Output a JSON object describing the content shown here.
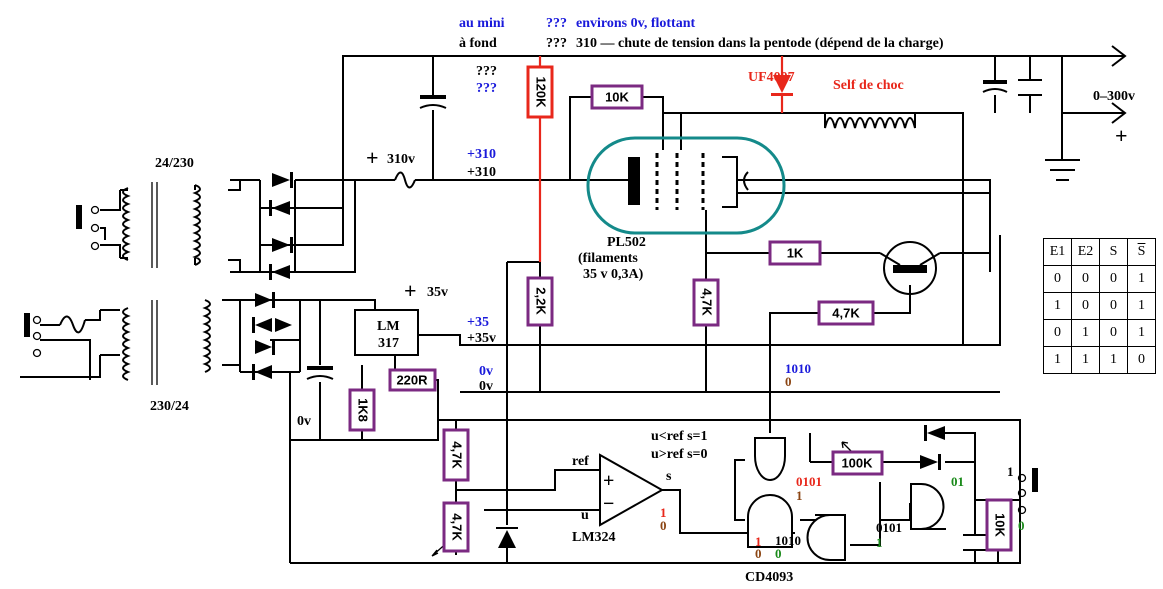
{
  "labels": {
    "trafo_top": "24/230",
    "trafo_bottom": "230/24",
    "v310": "310v",
    "v35": "35v",
    "plus_310_blue": "+310",
    "plus_310": "+310",
    "plus_35_blue": "+35",
    "plus_35": "+35v",
    "zero_blue": "0v",
    "zero": "0v",
    "zero_left": "0v",
    "au_mini": "au mini",
    "a_fond": "à fond",
    "q1": "???",
    "q2": "???",
    "q3": "???",
    "q4": "???",
    "note1": "environs 0v, flottant",
    "note2": "310 — chute de tension dans la pentode (dépend de la charge)",
    "tube_name": "PL502",
    "tube_fil1": "(filaments",
    "tube_fil2": "35 v 0,3A)",
    "uf4007": "UF4007",
    "self": "Self de choc",
    "out": "0–300v",
    "plus_out": "+",
    "lm317_a": "LM",
    "lm317_b": "317",
    "lm324": "LM324",
    "ref": "ref",
    "u": "u",
    "s": "s",
    "cond1": "u<ref  s=1",
    "cond2": "u>ref  s=0",
    "cd4093": "CD4093",
    "plus_sign": "+",
    "plus_sign2": "+",
    "opamp_plus": "+",
    "opamp_minus": "−",
    "sw_1": "1",
    "sw_0": "0"
  },
  "resistors": {
    "r120k": "120K",
    "r10k": "10K",
    "r1k": "1K",
    "r22k": "2,2K",
    "r47k_v": "4,7K",
    "r47k_h": "4,7K",
    "r220": "220R",
    "r1k8": "1K8",
    "r47k_a": "4,7K",
    "r47k_b": "4,7K",
    "r100k": "100K",
    "r10k_b": "10K"
  },
  "logic": {
    "s1010_blue": "1010",
    "s1010_brown": "0",
    "g1_red": "0101",
    "g1_brown": "1",
    "op_red": "1",
    "op_brown": "0",
    "g2_red": "1",
    "g2_green": "0",
    "g2_out": "1010",
    "g3_out": "0101",
    "g3_green": "1",
    "g4_green": "01",
    "sw_green": "0"
  },
  "truth_table": {
    "headers": [
      "E1",
      "E2",
      "S",
      "S"
    ],
    "rows": [
      [
        "0",
        "0",
        "0",
        "1"
      ],
      [
        "1",
        "0",
        "0",
        "1"
      ],
      [
        "0",
        "1",
        "0",
        "1"
      ],
      [
        "1",
        "1",
        "1",
        "0"
      ]
    ]
  }
}
